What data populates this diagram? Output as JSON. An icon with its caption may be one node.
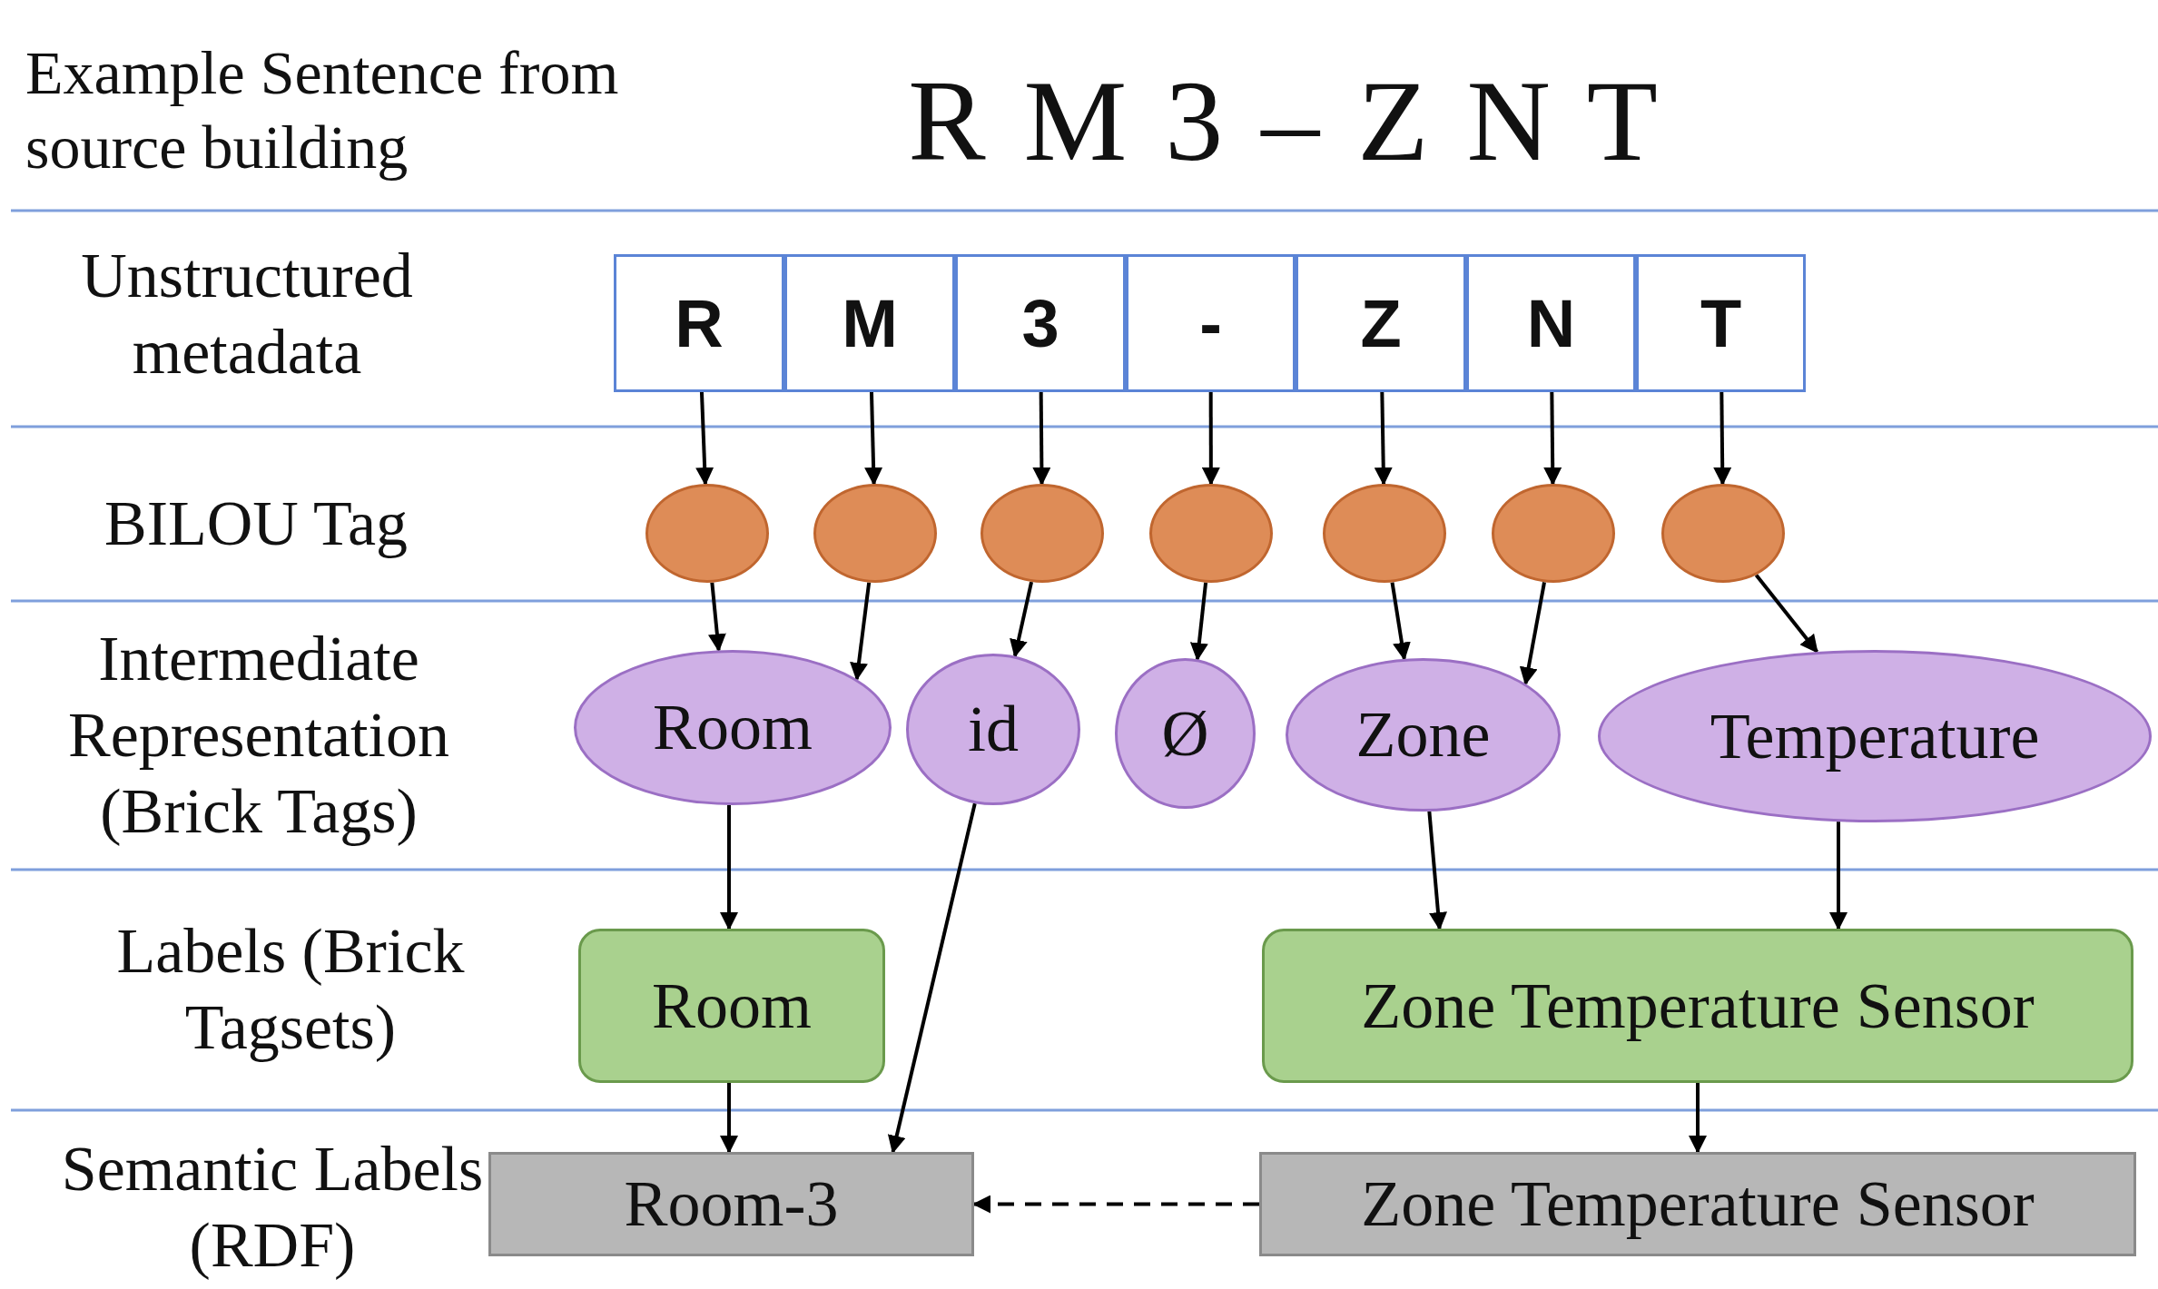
{
  "diagram": {
    "nodes": [
      {
        "text": [
          "R"
        ]
      },
      {
        "text": [
          "M"
        ]
      },
      {
        "text": [
          "3"
        ]
      },
      {
        "text": [
          "-"
        ]
      },
      {
        "text": [
          "Z"
        ]
      },
      {
        "text": [
          "N"
        ]
      },
      {
        "text": [
          "T"
        ]
      },
      {
        "text": [],
        "shape": "circle"
      },
      {
        "text": [],
        "shape": "circle"
      },
      {
        "text": [],
        "shape": "circle"
      },
      {
        "text": [],
        "shape": "circle"
      },
      {
        "text": [],
        "shape": "circle"
      },
      {
        "text": [],
        "shape": "circle"
      },
      {
        "text": [],
        "shape": "circle"
      },
      {
        "text": [
          "Room"
        ]
      },
      {
        "text": [
          "id"
        ]
      },
      {
        "text": [
          "Ø"
        ]
      },
      {
        "text": [
          "Zone"
        ]
      },
      {
        "text": [
          "Temperature"
        ]
      },
      {
        "text": [
          "Room"
        ]
      },
      {
        "text": [
          "Zone Temperature Sensor"
        ]
      },
      {
        "text": [
          "Room-3"
        ]
      },
      {
        "text": [
          "Zone Temperature Sensor"
        ]
      }
    ],
    "edges": [
      {
        "from": 0,
        "to": 7,
        "arrow": "to"
      },
      {
        "from": 1,
        "to": 8,
        "arrow": "to"
      },
      {
        "from": 2,
        "to": 9,
        "arrow": "to"
      },
      {
        "from": 3,
        "to": 10,
        "arrow": "to"
      },
      {
        "from": 4,
        "to": 11,
        "arrow": "to"
      },
      {
        "from": 5,
        "to": 12,
        "arrow": "to"
      },
      {
        "from": 6,
        "to": 13,
        "arrow": "to"
      },
      {
        "from": 7,
        "to": 14,
        "arrow": "to"
      },
      {
        "from": 8,
        "to": 14,
        "arrow": "to"
      },
      {
        "from": 9,
        "to": 15,
        "arrow": "to"
      },
      {
        "from": 10,
        "to": 16,
        "arrow": "to"
      },
      {
        "from": 11,
        "to": 17,
        "arrow": "to"
      },
      {
        "from": 12,
        "to": 17,
        "arrow": "to"
      },
      {
        "from": 13,
        "to": 18,
        "arrow": "to"
      },
      {
        "from": 14,
        "to": 19,
        "arrow": "to"
      },
      {
        "from": 15,
        "to": 21,
        "arrow": "to"
      },
      {
        "from": 17,
        "to": 20,
        "arrow": "to"
      },
      {
        "from": 18,
        "to": 20,
        "arrow": "to"
      },
      {
        "from": 19,
        "to": 21,
        "arrow": "to"
      },
      {
        "from": 20,
        "to": 22,
        "arrow": "to"
      },
      {
        "from": 22,
        "to": 21,
        "arrow": "to",
        "style": "dashed"
      }
    ],
    "labels": [
      "Example Sentence from source building",
      "R M 3 – Z N T",
      "Unstructured metadata",
      "BILOU Tag",
      "Intermediate Representation (Brick Tags)",
      "Labels (Brick Tagsets)",
      "Semantic Labels (RDF)"
    ]
  }
}
